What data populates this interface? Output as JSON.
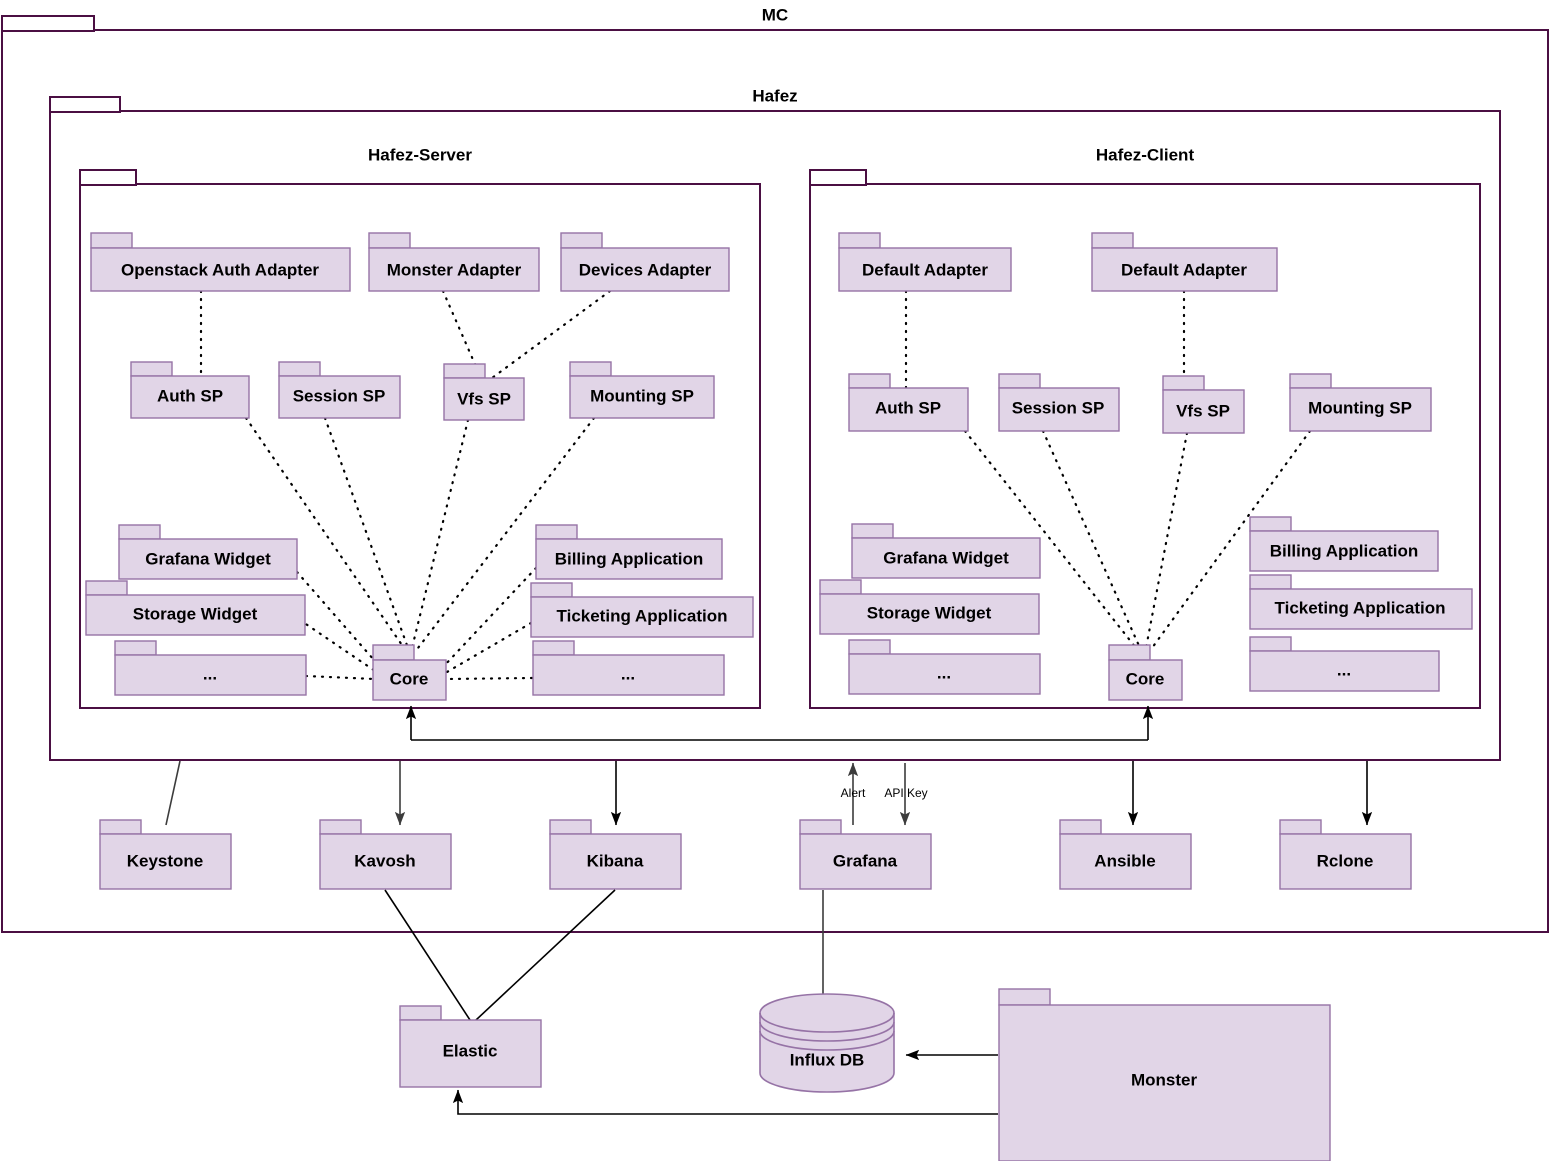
{
  "diagram": {
    "title": "MC",
    "type": "uml-package-diagram",
    "colors": {
      "package_fill": "#e1d5e7",
      "package_border": "#9673a6",
      "container_border": "#4b0f43",
      "background": "#ffffff",
      "edge": "#000000"
    }
  },
  "containers": {
    "mc": {
      "label": "MC"
    },
    "hafez": {
      "label": "Hafez"
    },
    "hafez_server": {
      "label": "Hafez-Server"
    },
    "hafez_client": {
      "label": "Hafez-Client"
    }
  },
  "server": {
    "adapters": [
      {
        "label": "Openstack Auth  Adapter"
      },
      {
        "label": "Monster Adapter"
      },
      {
        "label": "Devices Adapter"
      }
    ],
    "service_providers": [
      {
        "label": "Auth SP"
      },
      {
        "label": "Session SP"
      },
      {
        "label": "Vfs SP"
      },
      {
        "label": "Mounting SP"
      }
    ],
    "widgets": [
      {
        "label": "Grafana Widget"
      },
      {
        "label": "Storage Widget"
      },
      {
        "label": "..."
      }
    ],
    "applications": [
      {
        "label": "Billing Application"
      },
      {
        "label": "Ticketing Application"
      },
      {
        "label": "..."
      }
    ],
    "core": {
      "label": "Core"
    }
  },
  "client": {
    "adapters": [
      {
        "label": "Default Adapter"
      },
      {
        "label": "Default Adapter"
      }
    ],
    "service_providers": [
      {
        "label": "Auth SP"
      },
      {
        "label": "Session SP"
      },
      {
        "label": "Vfs SP"
      },
      {
        "label": "Mounting SP"
      }
    ],
    "widgets": [
      {
        "label": "Grafana Widget"
      },
      {
        "label": "Storage Widget"
      },
      {
        "label": "..."
      }
    ],
    "applications": [
      {
        "label": "Billing Application"
      },
      {
        "label": "Ticketing Application"
      },
      {
        "label": "..."
      }
    ],
    "core": {
      "label": "Core"
    }
  },
  "external_services": [
    {
      "label": "Keystone"
    },
    {
      "label": "Kavosh"
    },
    {
      "label": "Kibana"
    },
    {
      "label": "Grafana"
    },
    {
      "label": "Ansible"
    },
    {
      "label": "Rclone"
    }
  ],
  "edge_labels": {
    "alert": "Alert",
    "api_key": "API Key"
  },
  "datastores": [
    {
      "label": "Elastic",
      "shape": "package"
    },
    {
      "label": "Influx DB",
      "shape": "cylinder"
    },
    {
      "label": "Monster",
      "shape": "package"
    }
  ]
}
